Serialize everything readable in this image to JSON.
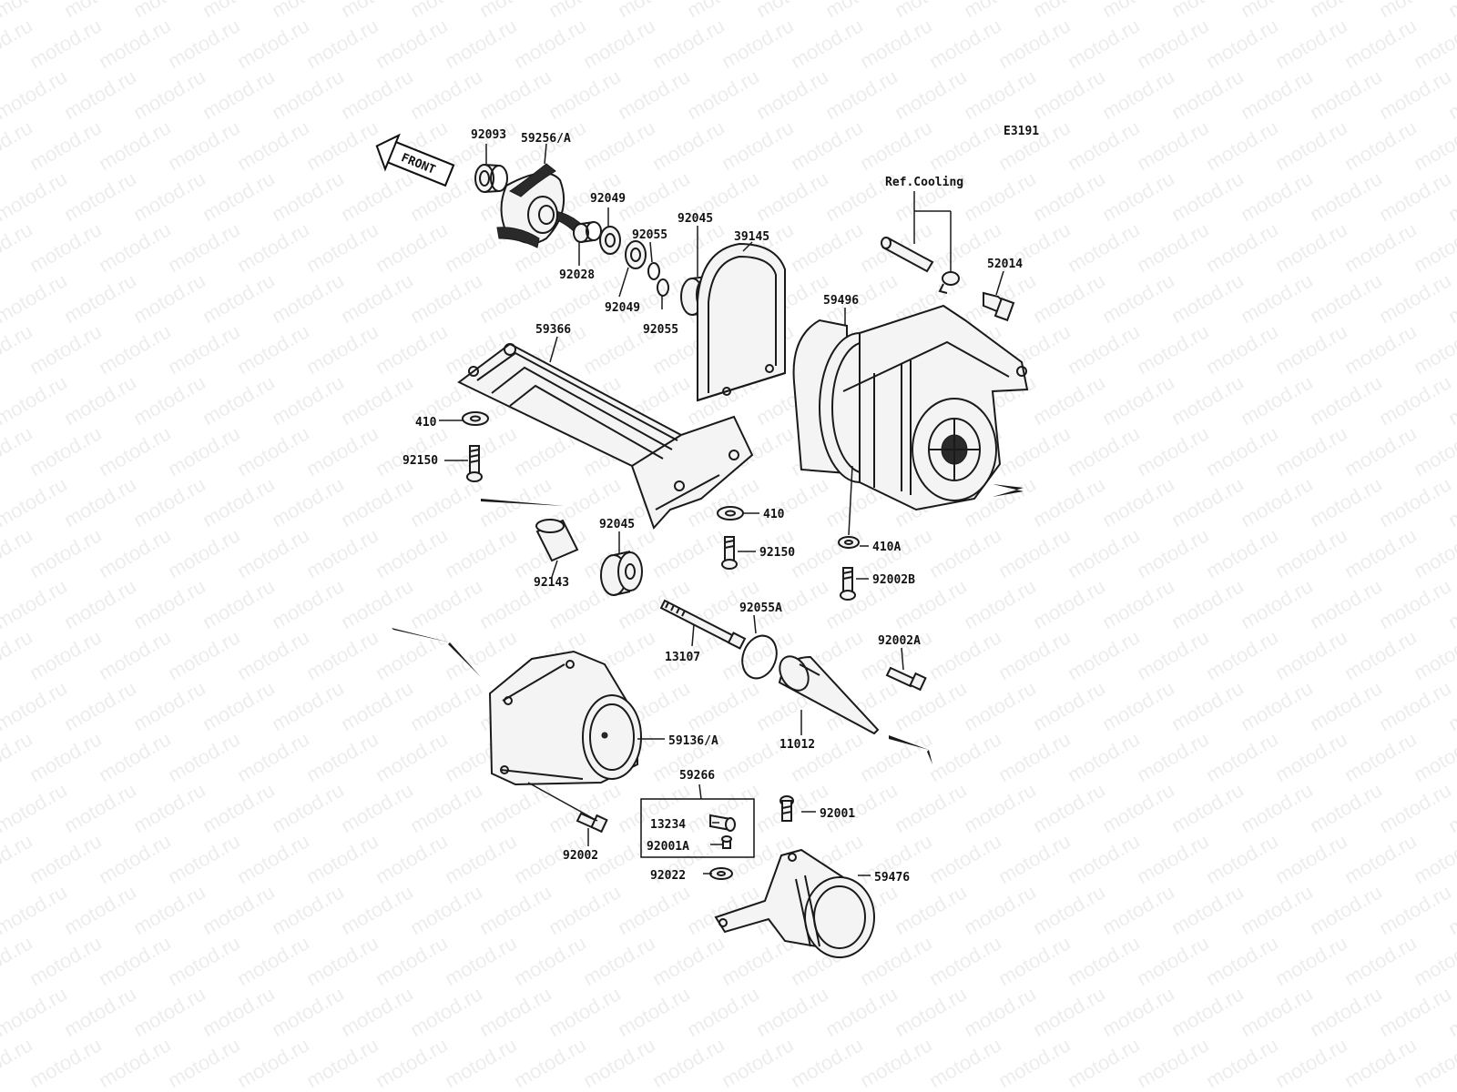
{
  "diagram_code": "E3191",
  "front_arrow": {
    "label": "FRONT"
  },
  "reference_label": "Ref.Cooling",
  "watermark_text": "motod.ru",
  "part_labels": [
    {
      "id": "p92093",
      "text": "92093"
    },
    {
      "id": "p59256A",
      "text": "59256/A"
    },
    {
      "id": "p92049a",
      "text": "92049"
    },
    {
      "id": "p92055a",
      "text": "92055"
    },
    {
      "id": "p92045a",
      "text": "92045"
    },
    {
      "id": "p39145",
      "text": "39145"
    },
    {
      "id": "p92028",
      "text": "92028"
    },
    {
      "id": "p92049b",
      "text": "92049"
    },
    {
      "id": "p92055b",
      "text": "92055"
    },
    {
      "id": "p52014",
      "text": "52014"
    },
    {
      "id": "p59496",
      "text": "59496"
    },
    {
      "id": "p59366",
      "text": "59366"
    },
    {
      "id": "p410a",
      "text": "410"
    },
    {
      "id": "p92150a",
      "text": "92150"
    },
    {
      "id": "p410b",
      "text": "410"
    },
    {
      "id": "p410A",
      "text": "410A"
    },
    {
      "id": "p92150b",
      "text": "92150"
    },
    {
      "id": "p92002B",
      "text": "92002B"
    },
    {
      "id": "p92045b",
      "text": "92045"
    },
    {
      "id": "p92143",
      "text": "92143"
    },
    {
      "id": "p92055A",
      "text": "92055A"
    },
    {
      "id": "p92002A",
      "text": "92002A"
    },
    {
      "id": "p13107",
      "text": "13107"
    },
    {
      "id": "p11012",
      "text": "11012"
    },
    {
      "id": "p59136A",
      "text": "59136/A"
    },
    {
      "id": "p59266",
      "text": "59266"
    },
    {
      "id": "p13234",
      "text": "13234"
    },
    {
      "id": "p92001A",
      "text": "92001A"
    },
    {
      "id": "p92001",
      "text": "92001"
    },
    {
      "id": "p92002",
      "text": "92002"
    },
    {
      "id": "p92022",
      "text": "92022"
    },
    {
      "id": "p59476",
      "text": "59476"
    }
  ]
}
